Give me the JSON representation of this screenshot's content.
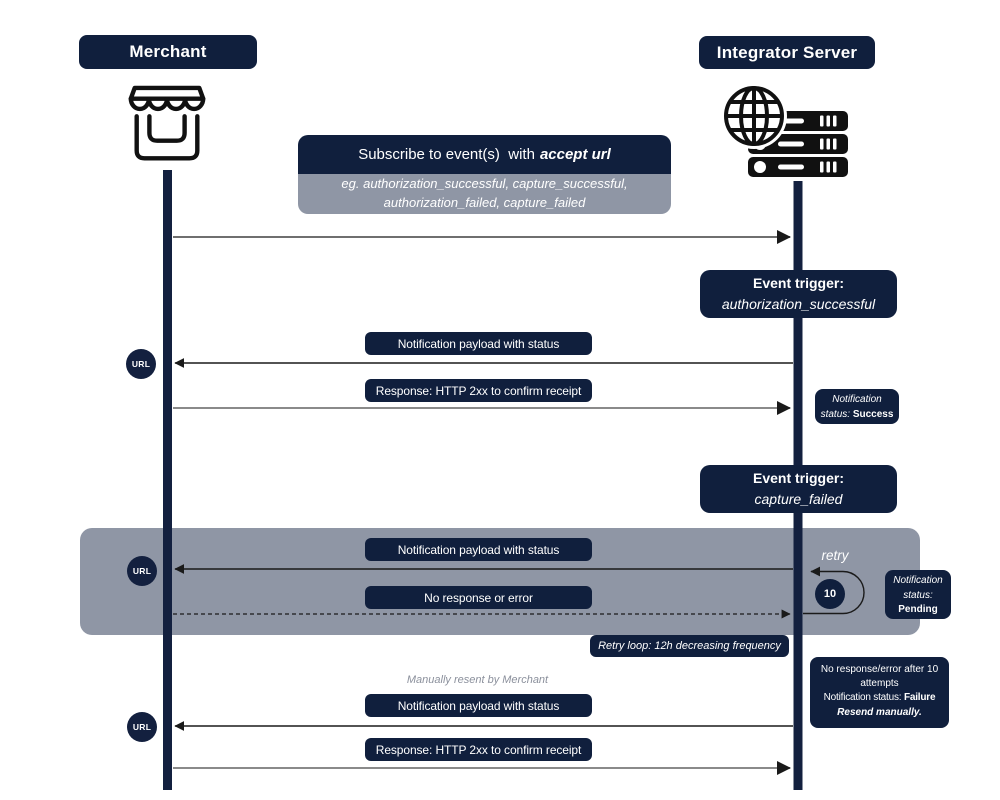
{
  "diagram": {
    "actors": {
      "merchant": "Merchant",
      "integrator": "Integrator Server"
    },
    "subscribe": {
      "title_text": "Subscribe to event(s)  with",
      "title_emphasis": "accept url",
      "example_line1": "eg. authorization_successful, capture_successful,",
      "example_line2": "authorization_failed, capture_failed"
    },
    "event_triggers": [
      {
        "label": "Event trigger:",
        "event": "authorization_successful"
      },
      {
        "label": "Event trigger:",
        "event": "capture_failed"
      }
    ],
    "messages": {
      "payload": "Notification payload with status",
      "response": "Response: HTTP 2xx to confirm receipt",
      "no_response": "No response or error"
    },
    "url_badge": "URL",
    "status_success": {
      "line1": "Notification",
      "prefix": "status:",
      "value": "Success"
    },
    "status_pending": {
      "line1": "Notification",
      "prefix": "status:",
      "value": "Pending"
    },
    "failure_note": {
      "line1": "No response/error after 10 attempts",
      "line2_prefix": "Notification status:",
      "line2_value": "Failure",
      "line3": "Resend manually."
    },
    "retry": {
      "label": "retry",
      "count": "10",
      "loop_note": "Retry loop: 12h decreasing frequency"
    },
    "manual_note": "Manually resent by Merchant",
    "colors": {
      "navy": "#101f3d",
      "slate": "#8f96a5",
      "arrow_gray": "#6f6f6f",
      "arrow_black": "#1a1a1a"
    }
  }
}
